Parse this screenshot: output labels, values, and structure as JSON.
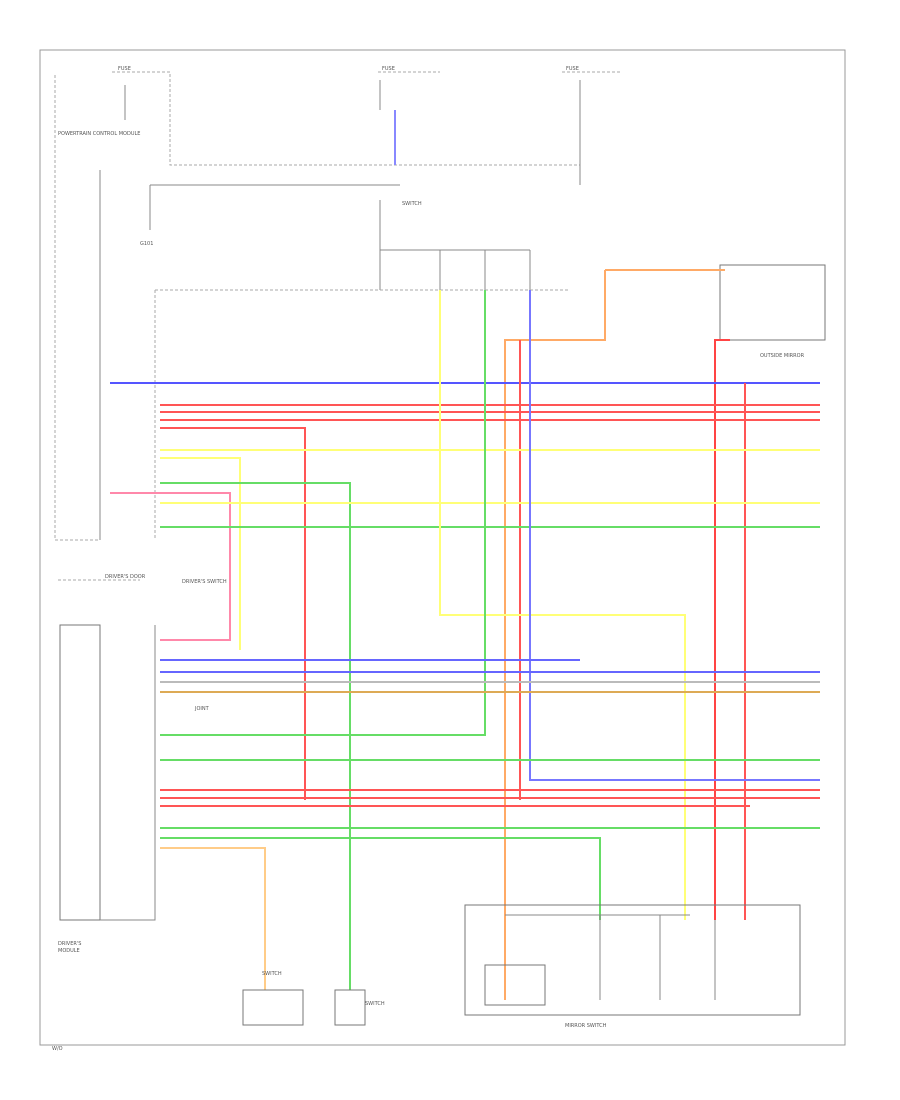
{
  "colors": {
    "red": "#ff3b3b",
    "blue": "#4a4aff",
    "yellow": "#ffff66",
    "green": "#55dd55",
    "orange": "#ffaa55",
    "lightgreen": "#88ee66",
    "violet": "#8855ff",
    "grey": "#888888"
  },
  "texts": {
    "top_fuse_1": "FUSE",
    "top_fuse_2": "FUSE",
    "top_fuse_3": "FUSE",
    "left_module": "POWERTRAIN CONTROL MODULE",
    "ground_label": "G101",
    "right_module": "OUTSIDE MIRROR",
    "center_switch": "SWITCH",
    "left_lower_module": "DRIVER'S DOOR",
    "left_lower_title": "DRIVER'S SWITCH",
    "left_bottom_1": "DRIVER'S",
    "left_bottom_2": "MODULE",
    "mid_label": "JOINT",
    "bottom_sw1": "SWITCH",
    "bottom_sw2": "SWITCH",
    "bottom_right_title": "MIRROR SWITCH",
    "page_footer": "W/O"
  }
}
